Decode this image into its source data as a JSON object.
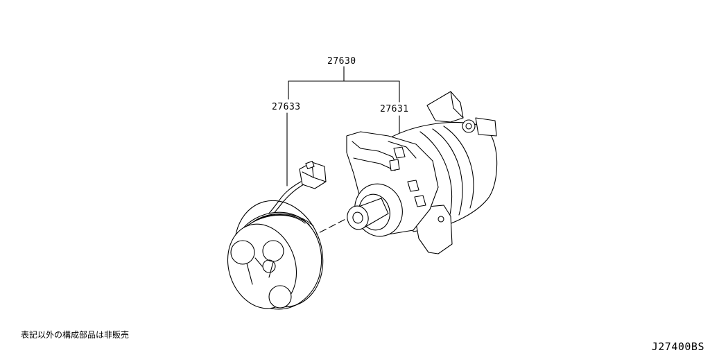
{
  "labels": {
    "assembly": "27630",
    "clutch": "27633",
    "compressor": "27631"
  },
  "note": "表記以外の構成部品は非販売",
  "diagram_code": "J27400BS"
}
